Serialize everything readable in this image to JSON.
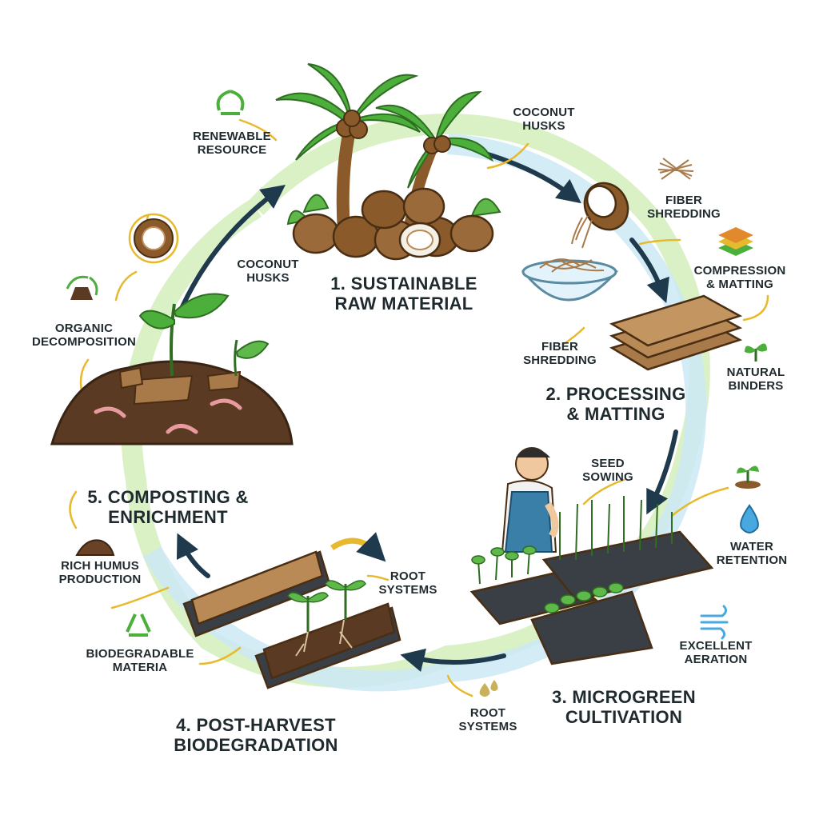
{
  "stages": [
    {
      "line1": "1. SUSTAINABLE",
      "line2": "RAW MATERIAL"
    },
    {
      "line1": "2. PROCESSING",
      "line2": "& MATTING"
    },
    {
      "line1": "3. MICROGREEN",
      "line2": "CULTIVATION"
    },
    {
      "line1": "4. POST-HARVEST",
      "line2": "BIODEGRADATION"
    },
    {
      "line1": "5. COMPOSTING &",
      "line2": "ENRICHMENT"
    }
  ],
  "labels": {
    "renewable": {
      "line1": "RENEWABLE",
      "line2": "RESOURCE"
    },
    "coconut_top": {
      "line1": "COCONUT",
      "line2": "HUSKS"
    },
    "coconut_left": {
      "line1": "COCONUT",
      "line2": "HUSKS"
    },
    "fiber_top": {
      "line1": "FIBER",
      "line2": "SHREDDING"
    },
    "fiber_bowl": {
      "line1": "FIBER",
      "line2": "SHREDDING"
    },
    "compression": {
      "line1": "COMPRESSION",
      "line2": "& MATTING"
    },
    "binders": {
      "line1": "NATURAL",
      "line2": "BINDERS"
    },
    "seed": {
      "line1": "SEED",
      "line2": "SOWING"
    },
    "water": {
      "line1": "WATER",
      "line2": "RETENTION"
    },
    "aeration": {
      "line1": "EXCELLENT",
      "line2": "AERATION"
    },
    "root_bottom": {
      "line1": "ROOT",
      "line2": "SYSTEMS"
    },
    "root_trays": {
      "line1": "ROOT",
      "line2": "SYSTEMS"
    },
    "biodegradable": {
      "line1": "BIODEGRADABLE",
      "line2": "MATERIA"
    },
    "humus": {
      "line1": "RICH HUMUS",
      "line2": "PRODUCTION"
    },
    "organic": {
      "line1": "ORGANIC",
      "line2": "DECOMPOSITION"
    }
  },
  "colors": {
    "ring_green": "#d6efc0",
    "ring_blue": "#cbe9f5",
    "arrow": "#1e3a4c",
    "leader": "#e7b92c",
    "leaf": "#4caf3c",
    "soil": "#5a3a22",
    "fiber": "#a87a4a"
  },
  "icons": [
    "recycle-leaf-icon",
    "coconut-half-icon",
    "fiber-bundle-icon",
    "mat-layers-icon",
    "sprout-icon",
    "seedling-icon",
    "water-drop-icon",
    "wind-icon",
    "droplets-icon",
    "recycle-icon",
    "humus-mound-icon",
    "compost-cycle-icon"
  ]
}
